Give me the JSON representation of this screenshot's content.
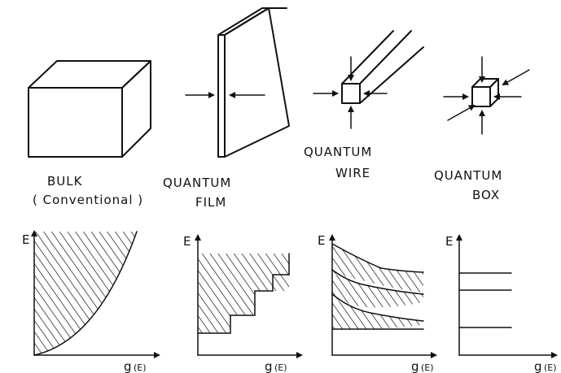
{
  "labels": {
    "bulk": "BULK",
    "bulk_sub": "( Conventional )",
    "film_1": "QUANTUM",
    "film_2": "FILM",
    "wire_1": "QUANTUM",
    "wire_2": "WIRE",
    "box_1": "QUANTUM",
    "box_2": "BOX"
  },
  "axes": {
    "energy": "E",
    "dos": "g",
    "dos_arg": "(E)"
  }
}
